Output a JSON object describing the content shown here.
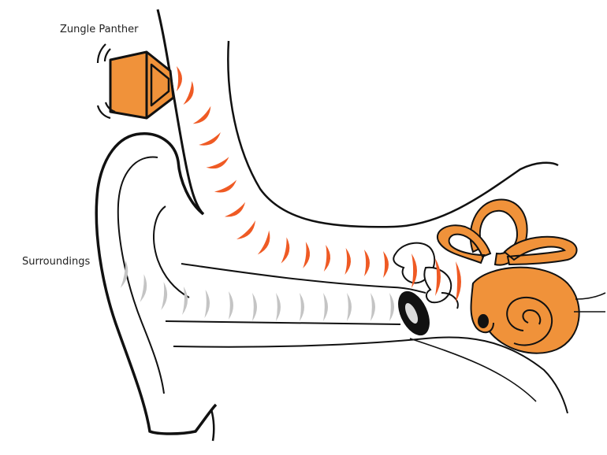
{
  "labels": {
    "device": "Zungle Panther",
    "surroundings": "Surroundings"
  },
  "colors": {
    "orange": "#f0923a",
    "wave_orange": "#ef5a24",
    "wave_gray": "#c4c4c4",
    "outline": "#111111"
  },
  "icons": {
    "speaker": "bone-conduction-speaker-icon",
    "ear": "ear-anatomy-illustration"
  }
}
